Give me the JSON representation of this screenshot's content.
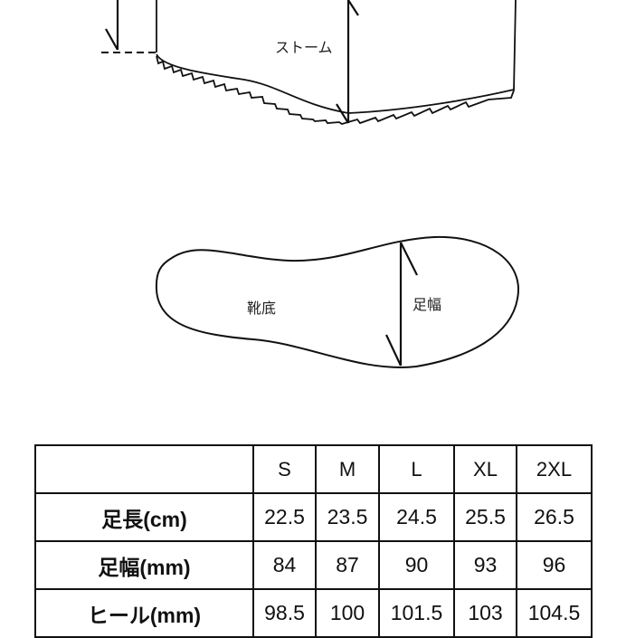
{
  "diagram": {
    "side_view_label": "ストーム",
    "sole_label": "靴底",
    "width_label": "足幅"
  },
  "size_table": {
    "columns": [
      "",
      "S",
      "M",
      "L",
      "XL",
      "2XL"
    ],
    "rows": [
      {
        "label": "足長(cm)",
        "values": [
          "22.5",
          "23.5",
          "24.5",
          "25.5",
          "26.5"
        ]
      },
      {
        "label": "足幅(mm)",
        "values": [
          "84",
          "87",
          "90",
          "93",
          "96"
        ]
      },
      {
        "label": "ヒール(mm)",
        "values": [
          "98.5",
          "100",
          "101.5",
          "103",
          "104.5"
        ]
      }
    ]
  }
}
